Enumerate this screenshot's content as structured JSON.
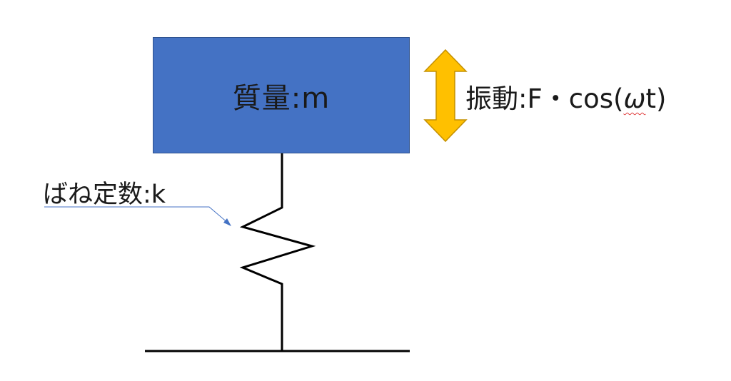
{
  "mass": {
    "label": "質量:m",
    "fill_color": "#4472c4"
  },
  "vibration": {
    "prefix": "振動:F・cos(",
    "omega": "ω",
    "suffix": "t)",
    "arrow_color": "#ffc000"
  },
  "spring": {
    "label": "ばね定数:k",
    "leader_color": "#4472c4"
  }
}
